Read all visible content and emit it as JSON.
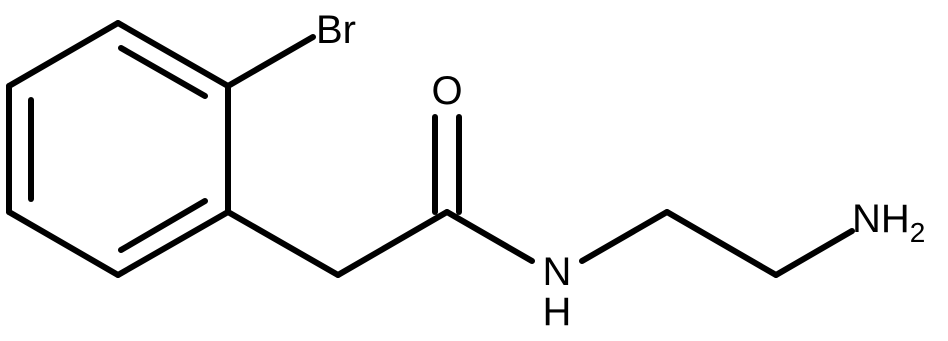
{
  "molecule": {
    "atoms": {
      "bromine": "Br",
      "oxygen": "O",
      "amide_n": "N",
      "amide_h": "H",
      "amine_n": "NH",
      "amine_sub": "2"
    }
  }
}
